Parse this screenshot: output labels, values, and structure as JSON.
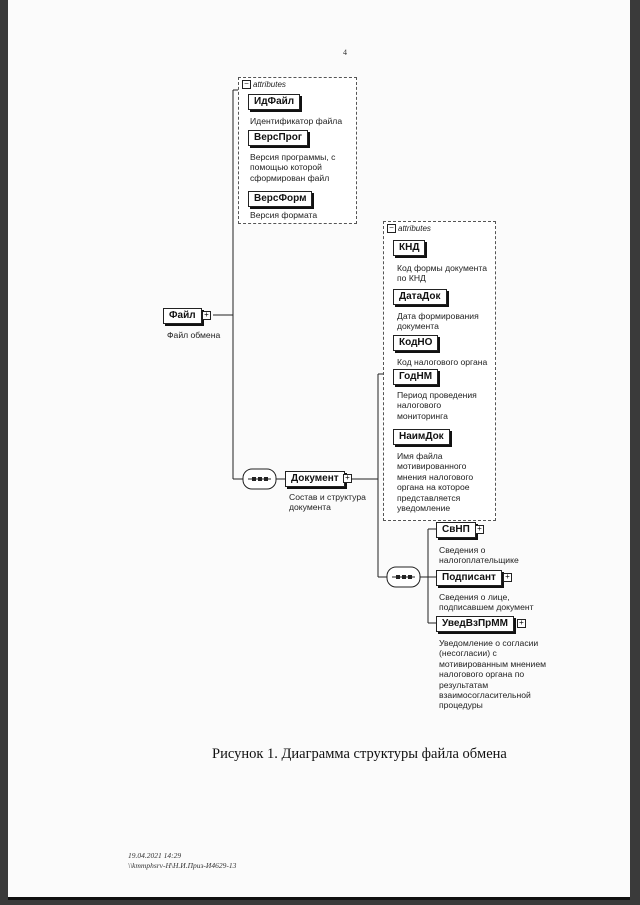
{
  "page": {
    "number": "4"
  },
  "root": {
    "name": "Файл",
    "desc": "Файл обмена"
  },
  "root_attributes": {
    "header": "attributes",
    "items": [
      {
        "name": "ИдФайл",
        "desc": "Идентификатор файла"
      },
      {
        "name": "ВерсПрог",
        "desc": "Версия программы, с помощью которой сформирован файл"
      },
      {
        "name": "ВерсФорм",
        "desc": "Версия формата"
      }
    ]
  },
  "document": {
    "name": "Документ",
    "desc": "Состав и структура документа"
  },
  "document_attributes": {
    "header": "attributes",
    "items": [
      {
        "name": "КНД",
        "desc": "Код формы документа по КНД"
      },
      {
        "name": "ДатаДок",
        "desc": "Дата формирования документа"
      },
      {
        "name": "КодНО",
        "desc": "Код налогового органа"
      },
      {
        "name": "ГодНМ",
        "desc": "Период проведения налогового мониторинга"
      },
      {
        "name": "НаимДок",
        "desc": "Имя файла мотивированного мнения налогового органа на которое представляется уведомление"
      }
    ]
  },
  "document_children": [
    {
      "name": "СвНП",
      "desc": "Сведения о налогоплательщике"
    },
    {
      "name": "Подписант",
      "desc": "Сведения о лице, подписавшем документ"
    },
    {
      "name": "УведВзПрММ",
      "desc": "Уведомление о согласии (несогласии) с мотивированным мнением налогового органа по результатам взаимосогласительной процедуры"
    }
  ],
  "caption": "Рисунок 1. Диаграмма структуры файла обмена",
  "footer": {
    "date": "19.04.2021 14:29",
    "path": "\\\\kmmphsrv-H\\Н.И.Приз-И4629-13"
  }
}
